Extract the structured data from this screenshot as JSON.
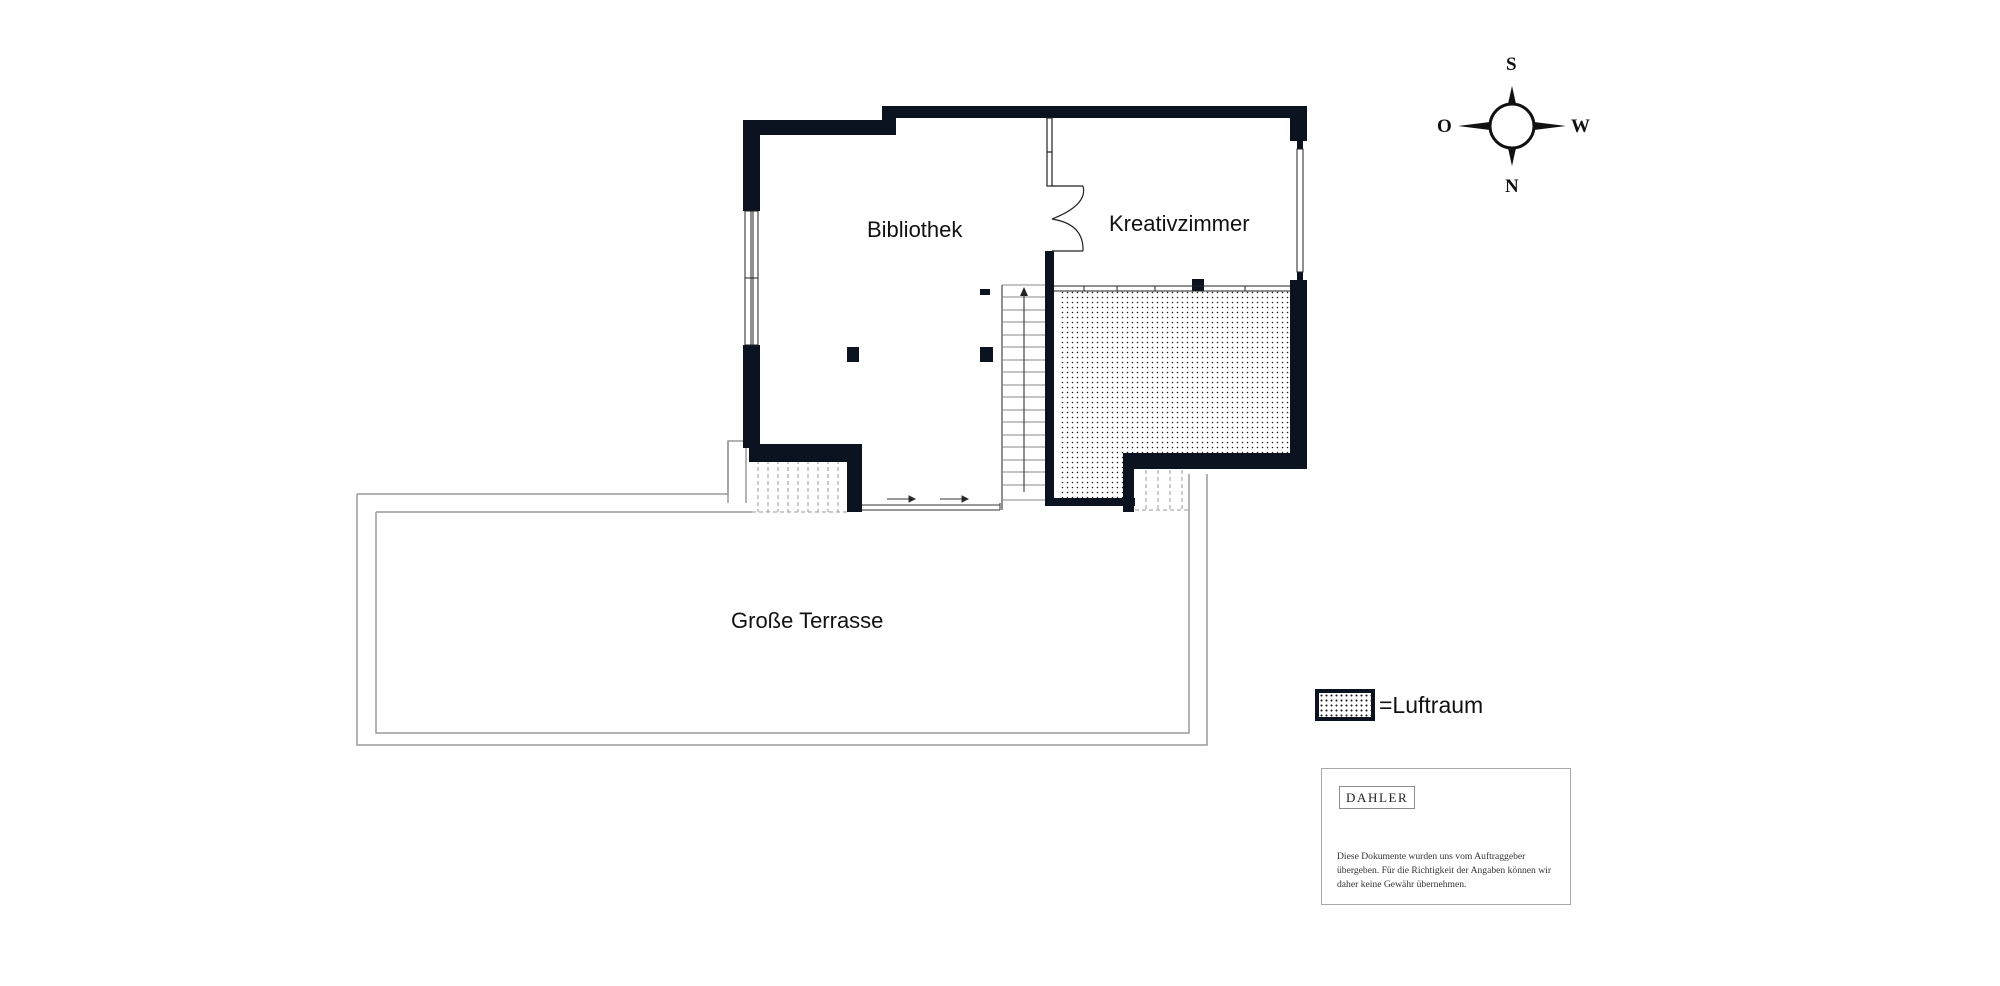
{
  "rooms": {
    "bibliothek": "Bibliothek",
    "kreativzimmer": "Kreativzimmer",
    "terrasse": "Große Terrasse"
  },
  "compass": {
    "top": "S",
    "bottom": "N",
    "left": "O",
    "right": "W"
  },
  "legend": {
    "symbol": "dotted-hatch",
    "label": "=Luftraum"
  },
  "info_box": {
    "brand": "DAHLER",
    "disclaimer": "Diese Dokumente wurden uns vom Auftraggeber übergeben. Für die Richtigkeit der Angaben können wir daher keine Gewähr übernehmen."
  },
  "colors": {
    "wall": "#0b1320",
    "thin_line": "#999999",
    "background": "#ffffff"
  }
}
